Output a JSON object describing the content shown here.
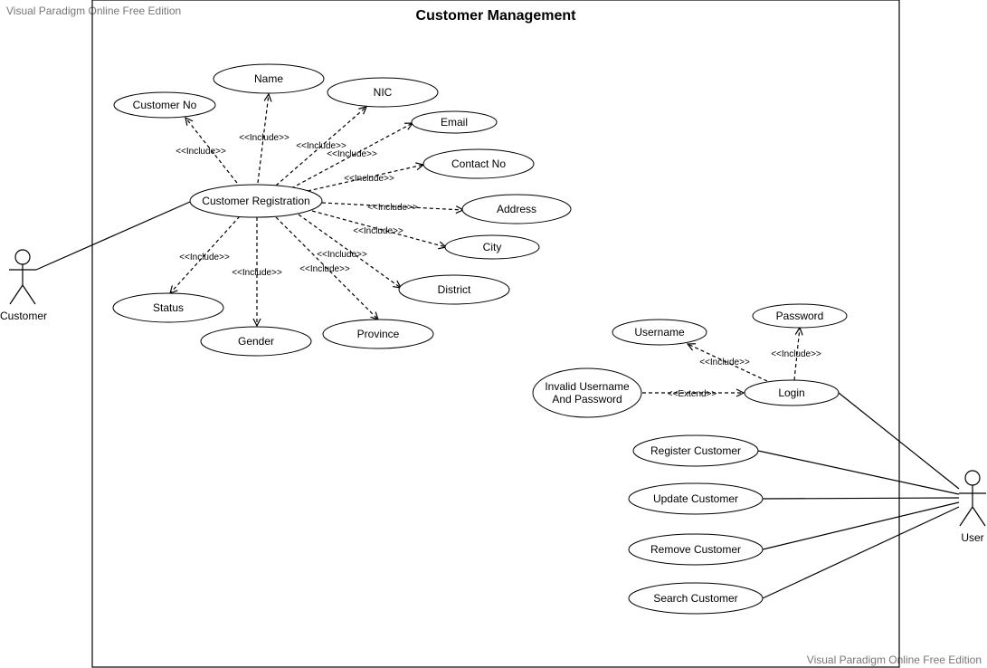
{
  "watermark": "Visual Paradigm Online Free Edition",
  "system": {
    "title": "Customer Management"
  },
  "actors": {
    "customer": "Customer",
    "user": "User"
  },
  "use_cases": {
    "customer_registration": "Customer Registration",
    "customer_no": "Customer No",
    "name": "Name",
    "nic": "NIC",
    "email": "Email",
    "contact_no": "Contact No",
    "address": "Address",
    "city": "City",
    "district": "District",
    "province": "Province",
    "gender": "Gender",
    "status": "Status",
    "username": "Username",
    "password": "Password",
    "login": "Login",
    "invalid_line1": "Invalid Username",
    "invalid_line2": "And Password",
    "register_customer": "Register Customer",
    "update_customer": "Update Customer",
    "remove_customer": "Remove Customer",
    "search_customer": "Search Customer"
  },
  "relations": {
    "include": "<<Include>>",
    "extend": "<<Extend>>"
  }
}
